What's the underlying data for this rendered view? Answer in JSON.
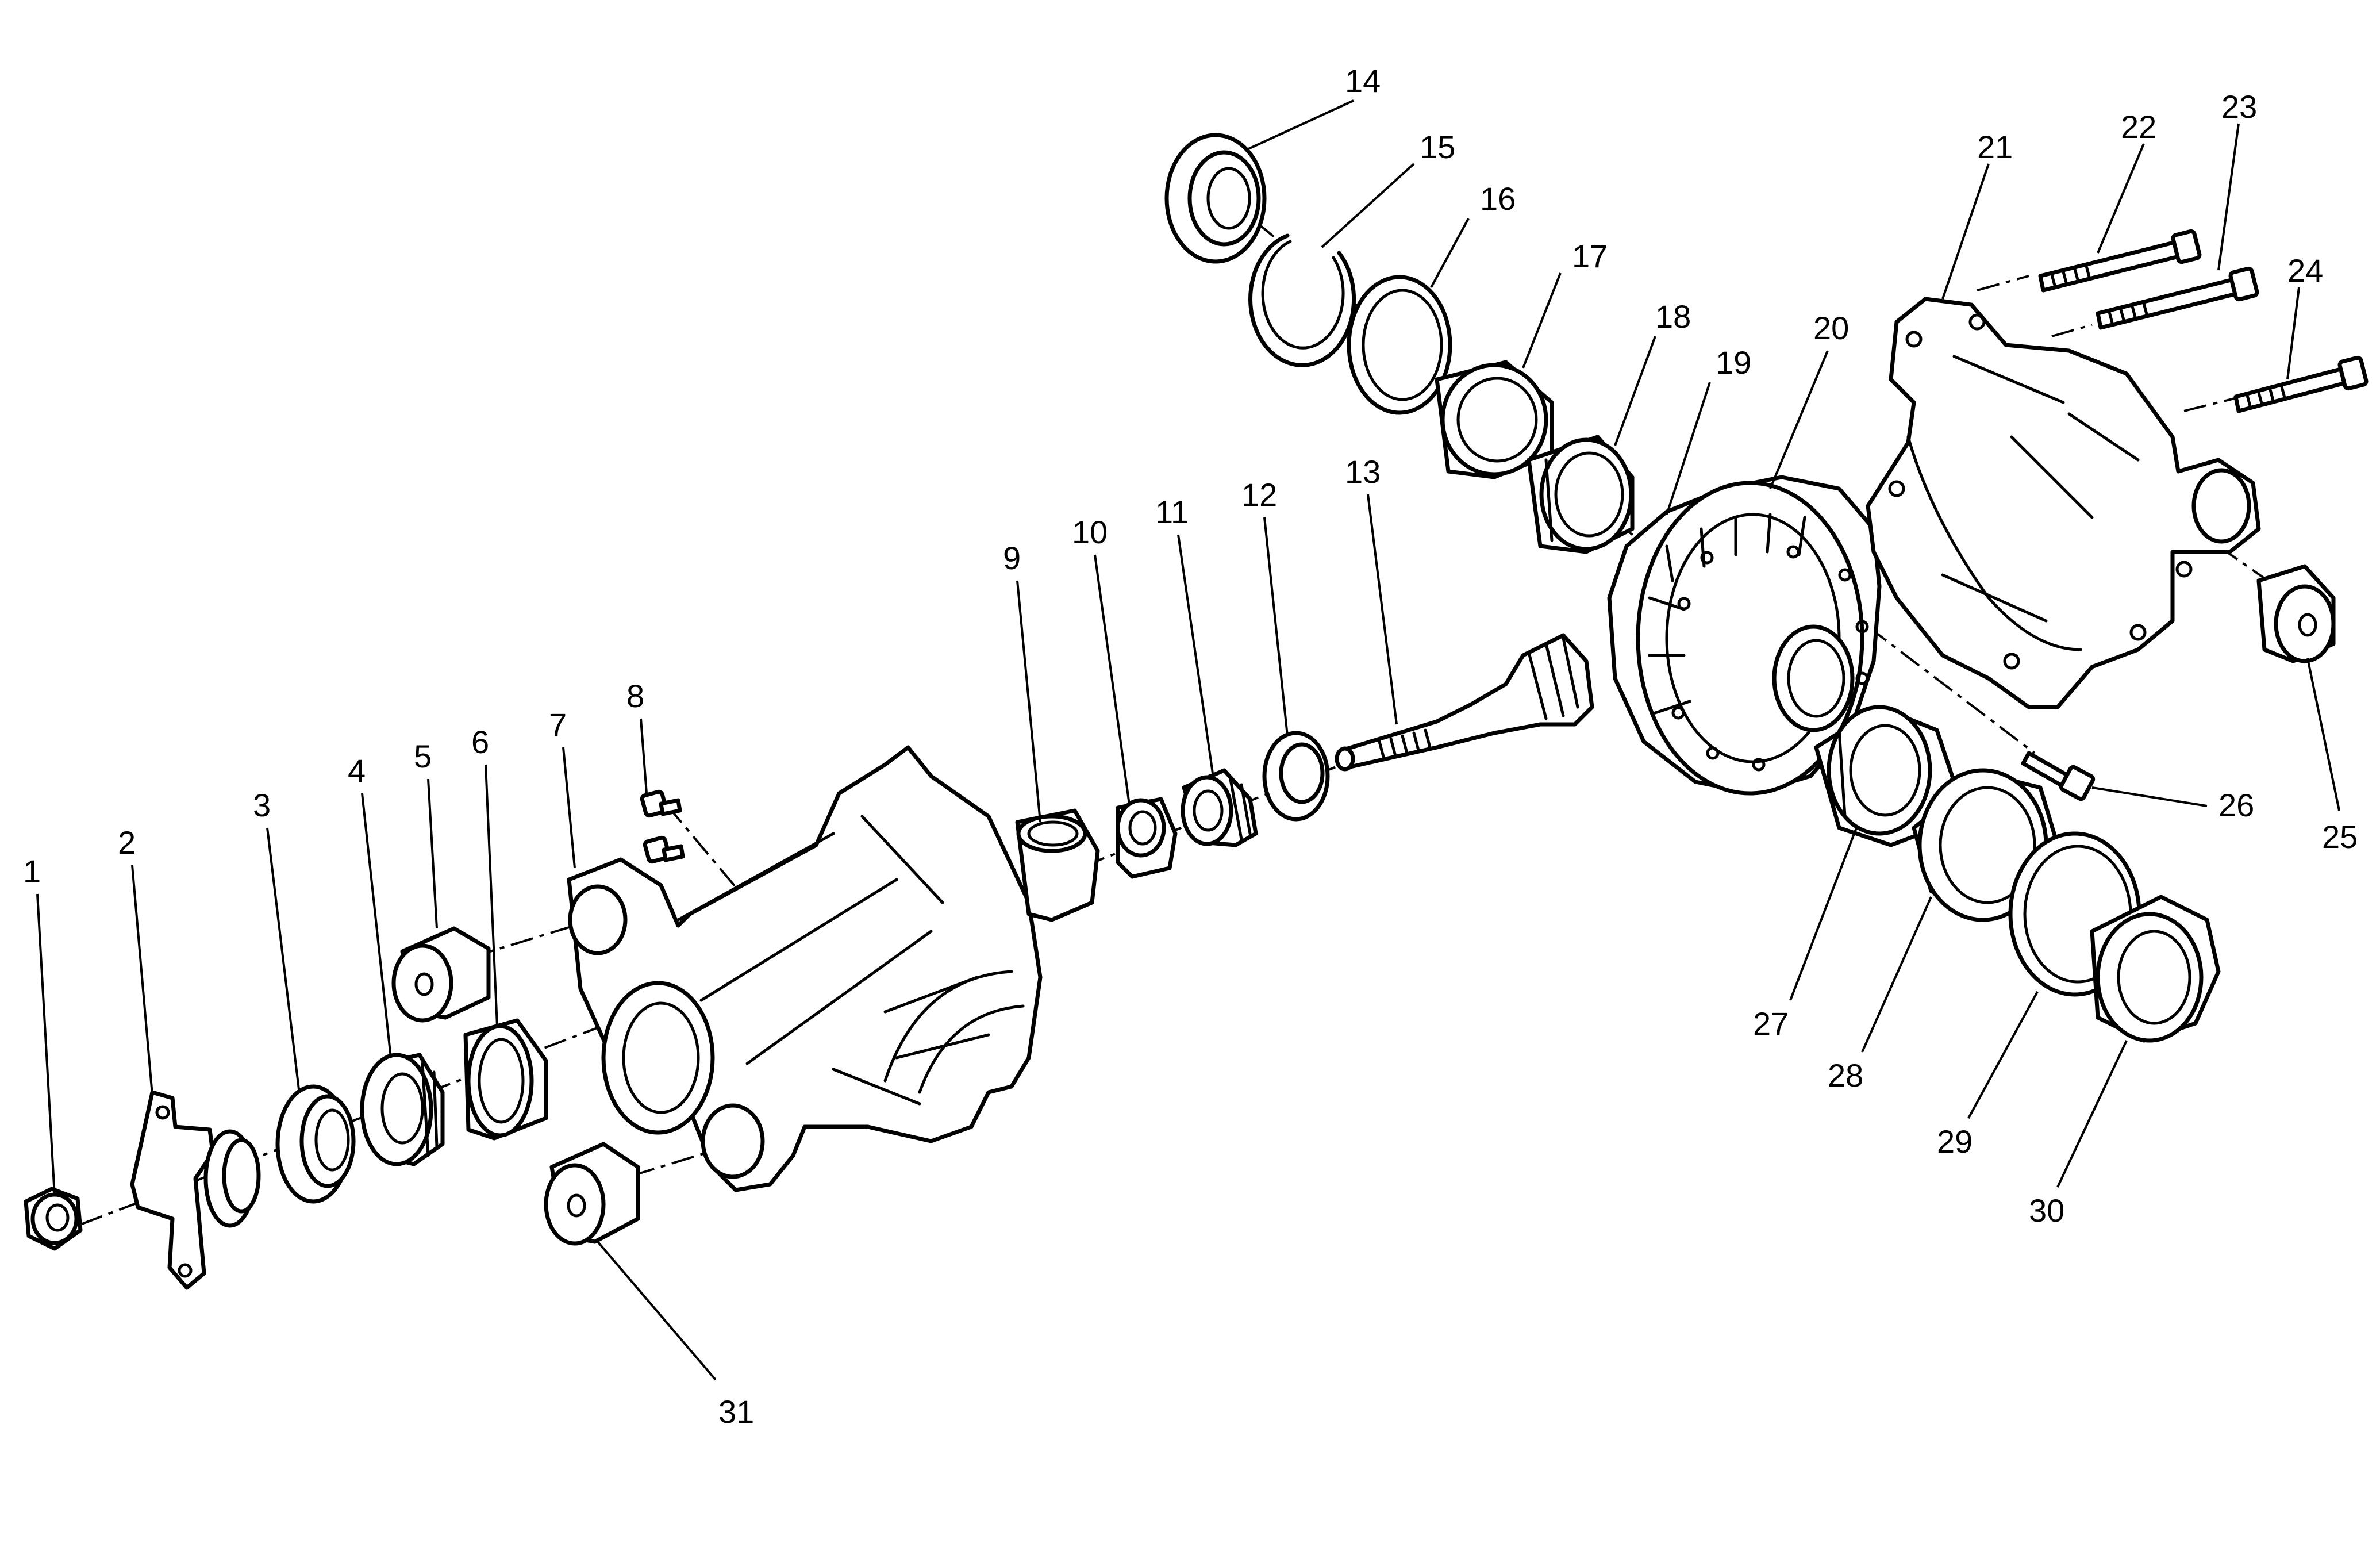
{
  "diagram": {
    "type": "exploded-parts-view",
    "callouts": [
      {
        "id": "1",
        "label": "1"
      },
      {
        "id": "2",
        "label": "2"
      },
      {
        "id": "3",
        "label": "3"
      },
      {
        "id": "4",
        "label": "4"
      },
      {
        "id": "5",
        "label": "5"
      },
      {
        "id": "6",
        "label": "6"
      },
      {
        "id": "7",
        "label": "7"
      },
      {
        "id": "8",
        "label": "8"
      },
      {
        "id": "9",
        "label": "9"
      },
      {
        "id": "10",
        "label": "10"
      },
      {
        "id": "11",
        "label": "11"
      },
      {
        "id": "12",
        "label": "12"
      },
      {
        "id": "13",
        "label": "13"
      },
      {
        "id": "14",
        "label": "14"
      },
      {
        "id": "15",
        "label": "15"
      },
      {
        "id": "16",
        "label": "16"
      },
      {
        "id": "17",
        "label": "17"
      },
      {
        "id": "18",
        "label": "18"
      },
      {
        "id": "19",
        "label": "19"
      },
      {
        "id": "20",
        "label": "20"
      },
      {
        "id": "21",
        "label": "21"
      },
      {
        "id": "22",
        "label": "22"
      },
      {
        "id": "23",
        "label": "23"
      },
      {
        "id": "24",
        "label": "24"
      },
      {
        "id": "25",
        "label": "25"
      },
      {
        "id": "26",
        "label": "26"
      },
      {
        "id": "27",
        "label": "27"
      },
      {
        "id": "28",
        "label": "28"
      },
      {
        "id": "29",
        "label": "29"
      },
      {
        "id": "30",
        "label": "30"
      },
      {
        "id": "31",
        "label": "31"
      }
    ]
  }
}
